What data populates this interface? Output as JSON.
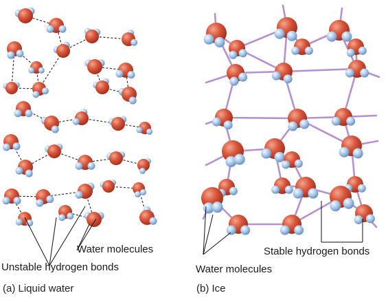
{
  "panel_a": {
    "caption": "(a) Liquid water",
    "label_molecules": "Water molecules",
    "label_bonds": "Unstable hydrogen bonds"
  },
  "panel_b": {
    "caption": "(b) Ice",
    "label_molecules": "Water molecules",
    "label_bonds": "Stable hydrogen bonds"
  },
  "colors": {
    "oxygen": "#d9563c",
    "oxygen_highlight": "#f4a58a",
    "oxygen_shadow": "#9b2a16",
    "hydrogen": "#a9c9ec",
    "hydrogen_highlight": "#f4f9ff",
    "hydrogen_shadow": "#5f87b8",
    "unstable_bond": "#222222",
    "stable_bond": "#b691cf",
    "leader_line": "#111111",
    "text": "#1a1a1a"
  }
}
